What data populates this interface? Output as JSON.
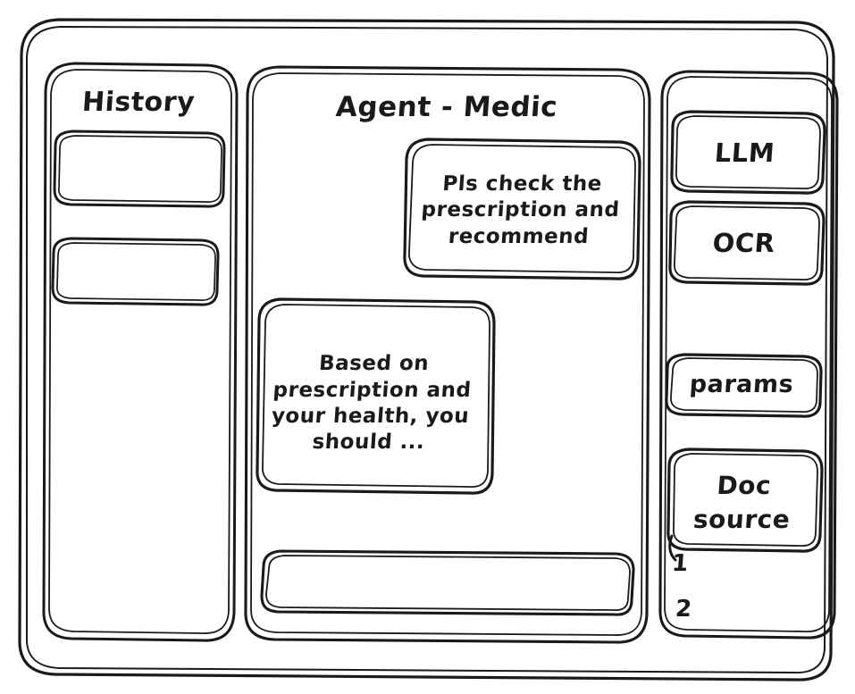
{
  "window": {
    "style": "hand-drawn-wireframe",
    "ink_color": "#1a1a1a",
    "background_color": "#ffffff"
  },
  "sidebar": {
    "title": "History",
    "items": [
      {
        "label": "",
        "name": "history-item-0"
      },
      {
        "label": "",
        "name": "history-item-1"
      }
    ]
  },
  "main": {
    "title": "Agent - Medic",
    "messages": [
      {
        "role": "user",
        "text": "Pls check the prescription and recommend",
        "align": "right"
      },
      {
        "role": "agent",
        "text": "Based on prescription and your health, you should ...",
        "align": "left"
      }
    ],
    "composer": {
      "value": "",
      "placeholder": ""
    }
  },
  "right_panel": {
    "tools": [
      {
        "label": "LLM"
      },
      {
        "label": "OCR"
      },
      {
        "label": "params"
      }
    ],
    "doc_source": {
      "title": "Doc source",
      "references": [
        "1",
        "2"
      ]
    }
  }
}
